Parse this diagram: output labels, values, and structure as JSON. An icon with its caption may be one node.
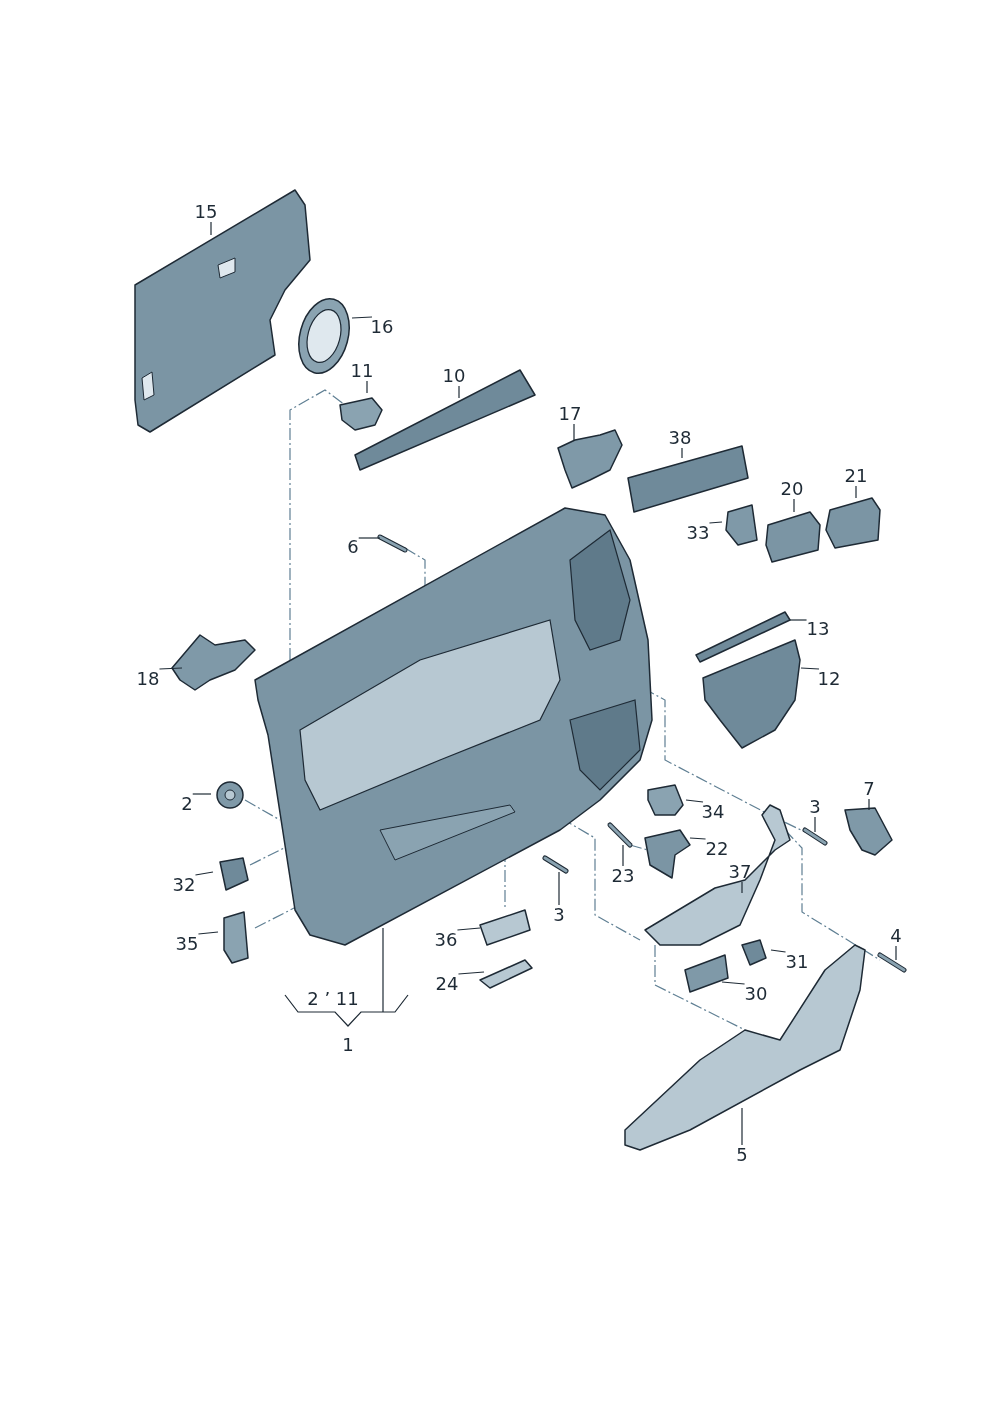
{
  "diagram": {
    "nodes": [
      {
        "text": [
          "15"
        ]
      },
      {
        "text": [
          "16"
        ]
      },
      {
        "text": [
          "11"
        ]
      },
      {
        "text": [
          "10"
        ]
      },
      {
        "text": [
          "17"
        ]
      },
      {
        "text": [
          "38"
        ]
      },
      {
        "text": [
          "21"
        ]
      },
      {
        "text": [
          "20"
        ]
      },
      {
        "text": [
          "33"
        ]
      },
      {
        "text": [
          "6"
        ]
      },
      {
        "text": [
          "13"
        ]
      },
      {
        "text": [
          "18"
        ]
      },
      {
        "text": [
          "12"
        ]
      },
      {
        "text": [
          "7"
        ]
      },
      {
        "text": [
          "2"
        ]
      },
      {
        "text": [
          "3"
        ]
      },
      {
        "text": [
          "34"
        ]
      },
      {
        "text": [
          "22"
        ]
      },
      {
        "text": [
          "37"
        ]
      },
      {
        "text": [
          "23"
        ]
      },
      {
        "text": [
          "32"
        ]
      },
      {
        "text": [
          "3"
        ]
      },
      {
        "text": [
          "4"
        ]
      },
      {
        "text": [
          "36"
        ]
      },
      {
        "text": [
          "35"
        ]
      },
      {
        "text": [
          "31"
        ]
      },
      {
        "text": [
          "24"
        ]
      },
      {
        "text": [
          "30"
        ]
      },
      {
        "text": [
          "5"
        ]
      }
    ],
    "edges": [
      {
        "from": 0,
        "to": null,
        "arrow": "none"
      },
      {
        "from": 1,
        "to": null,
        "arrow": "none"
      },
      {
        "from": 2,
        "to": null,
        "arrow": "none"
      },
      {
        "from": 3,
        "to": null,
        "arrow": "none"
      },
      {
        "from": 4,
        "to": null,
        "arrow": "none"
      },
      {
        "from": 5,
        "to": null,
        "arrow": "none"
      },
      {
        "from": 6,
        "to": null,
        "arrow": "none"
      },
      {
        "from": 7,
        "to": null,
        "arrow": "none"
      },
      {
        "from": 8,
        "to": null,
        "arrow": "none"
      },
      {
        "from": 9,
        "to": null,
        "arrow": "none"
      },
      {
        "from": 10,
        "to": null,
        "arrow": "none"
      },
      {
        "from": 11,
        "to": null,
        "arrow": "none"
      },
      {
        "from": 12,
        "to": null,
        "arrow": "none"
      },
      {
        "from": 13,
        "to": null,
        "arrow": "none"
      },
      {
        "from": 14,
        "to": null,
        "arrow": "none"
      },
      {
        "from": 15,
        "to": null,
        "arrow": "none"
      },
      {
        "from": 16,
        "to": null,
        "arrow": "none"
      },
      {
        "from": 17,
        "to": null,
        "arrow": "none"
      },
      {
        "from": 18,
        "to": null,
        "arrow": "none"
      },
      {
        "from": 19,
        "to": null,
        "arrow": "none"
      },
      {
        "from": 20,
        "to": null,
        "arrow": "none"
      },
      {
        "from": 21,
        "to": null,
        "arrow": "none"
      },
      {
        "from": 22,
        "to": null,
        "arrow": "none"
      },
      {
        "from": 23,
        "to": null,
        "arrow": "none"
      },
      {
        "from": 24,
        "to": null,
        "arrow": "none"
      },
      {
        "from": 25,
        "to": null,
        "arrow": "none"
      },
      {
        "from": 26,
        "to": null,
        "arrow": "none"
      },
      {
        "from": 27,
        "to": null,
        "arrow": "none"
      },
      {
        "from": 28,
        "to": null,
        "arrow": "none"
      }
    ],
    "labels": [
      "2 ’ 11",
      "1"
    ]
  }
}
